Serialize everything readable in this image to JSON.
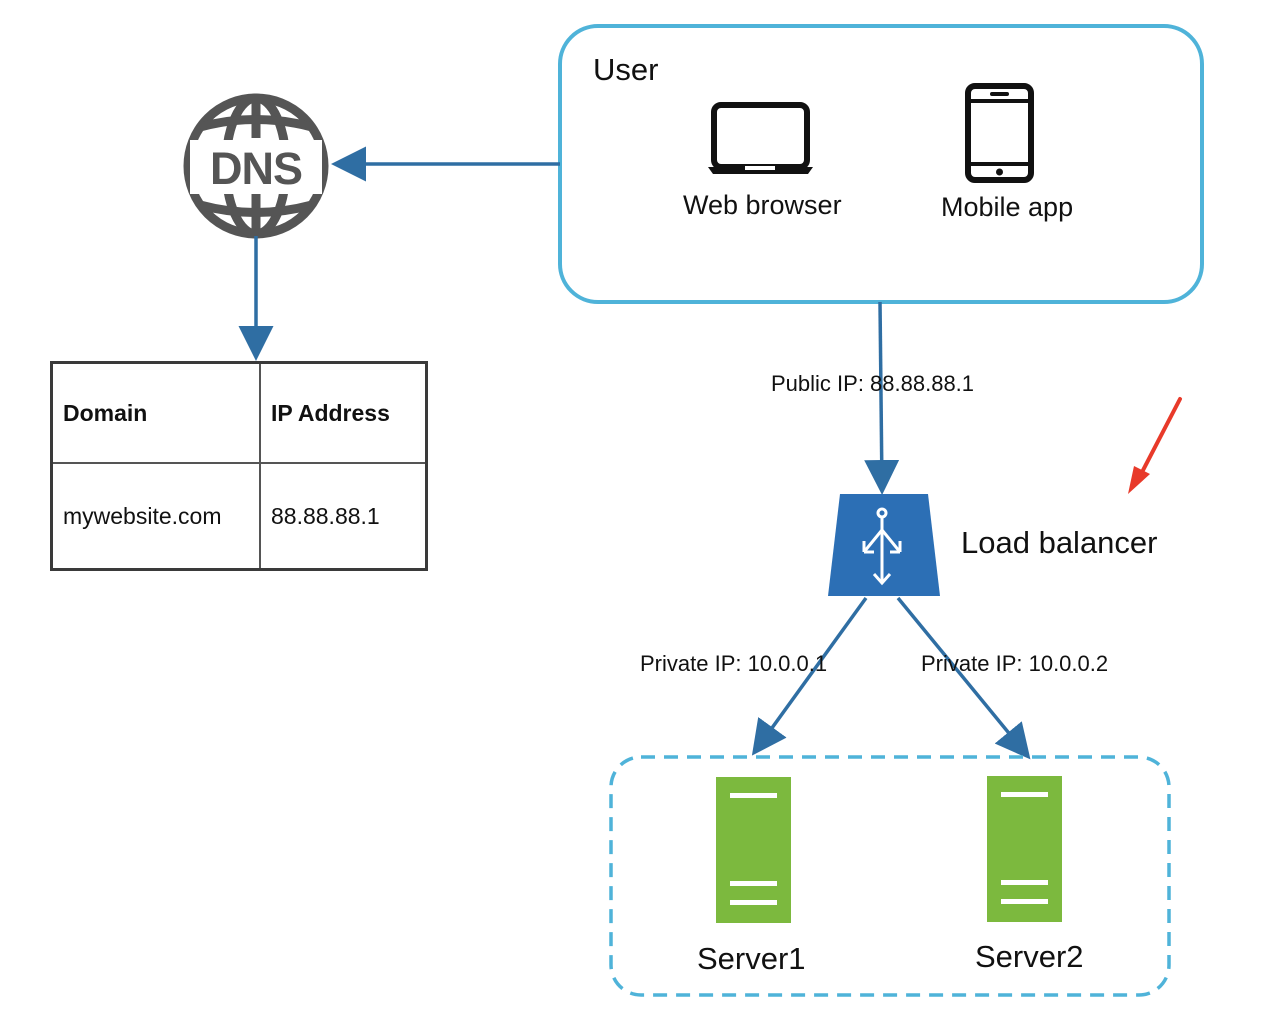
{
  "user": {
    "title": "User",
    "web_browser_label": "Web browser",
    "mobile_app_label": "Mobile app"
  },
  "dns": {
    "label": "DNS",
    "table": {
      "headers": [
        "Domain",
        "IP Address"
      ],
      "rows": [
        [
          "mywebsite.com",
          "88.88.88.1"
        ]
      ]
    }
  },
  "links": {
    "public_ip": "Public IP: 88.88.88.1",
    "private_ip_1": "Private IP: 10.0.0.1",
    "private_ip_2": "Private IP: 10.0.0.2"
  },
  "load_balancer": {
    "label": "Load balancer"
  },
  "servers": [
    {
      "label": "Server1"
    },
    {
      "label": "Server2"
    }
  ],
  "colors": {
    "arrow": "#2f6ea3",
    "user_box_border": "#4fb3d9",
    "server_group_border": "#4fb3d9",
    "load_balancer": "#2c6fb5",
    "server": "#7cb93e",
    "dns_icon": "#555555",
    "annotation_arrow": "#e83a2a"
  }
}
